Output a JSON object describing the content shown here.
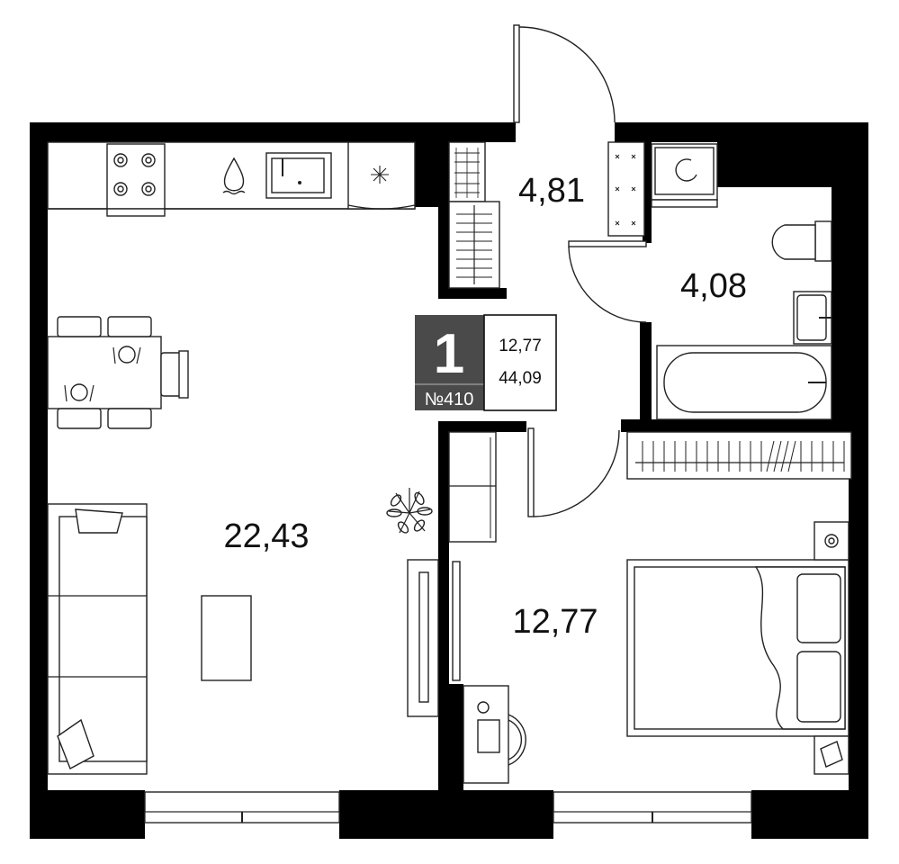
{
  "apartment": {
    "rooms_count": "1",
    "number": "№410",
    "living_area": "12,77",
    "total_area": "44,09"
  },
  "rooms": [
    {
      "id": "living-kitchen",
      "area": "22,43"
    },
    {
      "id": "hallway",
      "area": "4,81"
    },
    {
      "id": "bathroom",
      "area": "4,08"
    },
    {
      "id": "bedroom",
      "area": "12,77"
    }
  ],
  "colors": {
    "walls": "#000000",
    "badge_background": "#4a4a4a",
    "background": "#ffffff"
  }
}
